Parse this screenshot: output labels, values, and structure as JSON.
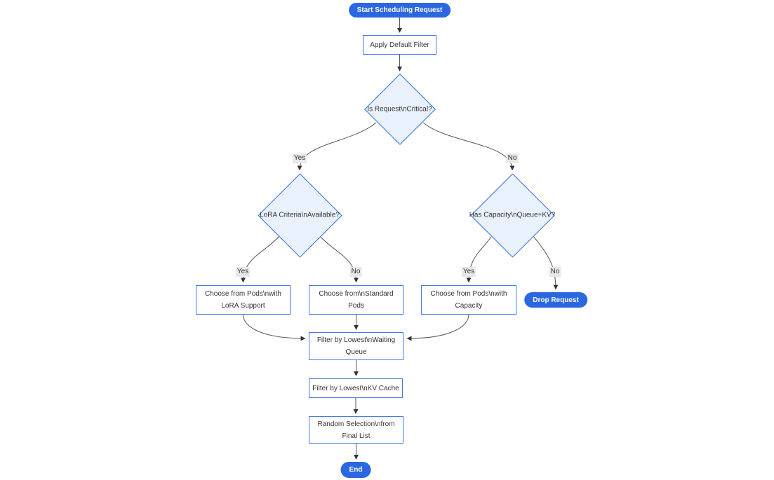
{
  "colors": {
    "canvas_bg": "#ffffff",
    "pill_fill": "#2b67e0",
    "pill_text": "#ffffff",
    "rect_fill": "#ffffff",
    "rect_border": "#4478e8",
    "diamond_fill": "#e9f1fc",
    "diamond_border": "#2f6ce6",
    "node_text": "#333333",
    "edge_line": "#555555",
    "edge_arrow": "#333333",
    "edge_label_bg": "#e8e8e8",
    "edge_label_text": "#333333"
  },
  "nodes": {
    "start": {
      "label": "Start Scheduling Request"
    },
    "apply_filter": {
      "label": "Apply Default Filter"
    },
    "is_critical": {
      "label": "Is Request\\nCritical?"
    },
    "lora_criteria": {
      "label": "LoRA Criteria\\nAvailable?"
    },
    "has_capacity": {
      "label": "Has Capacity\\nQueue+KV?"
    },
    "choose_lora_pods": {
      "label": "Choose from Pods\\nwith LoRA Support"
    },
    "choose_standard_pods": {
      "label": "Choose from\\nStandard Pods"
    },
    "choose_capacity_pods": {
      "label": "Choose from Pods\\nwith Capacity"
    },
    "drop_request": {
      "label": "Drop Request"
    },
    "filter_waiting_queue": {
      "label": "Filter by Lowest\\nWaiting Queue"
    },
    "filter_kv_cache": {
      "label": "Filter by Lowest\\nKV Cache"
    },
    "random_selection": {
      "label": "Random Selection\\nfrom Final List"
    },
    "end": {
      "label": "End"
    }
  },
  "edge_labels": {
    "critical_yes": "Yes",
    "critical_no": "No",
    "lora_yes": "Yes",
    "lora_no": "No",
    "capacity_yes": "Yes",
    "capacity_no": "No"
  }
}
